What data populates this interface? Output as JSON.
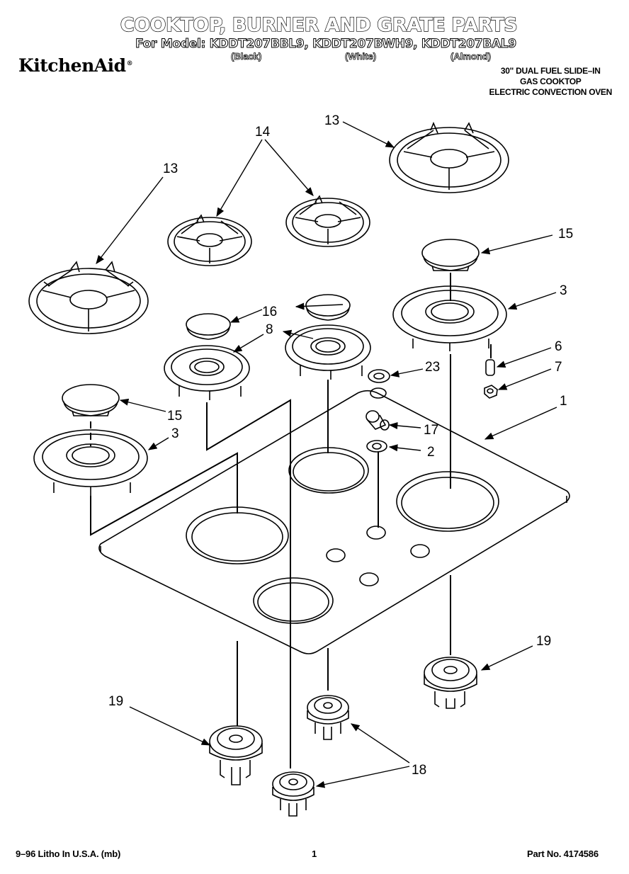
{
  "header": {
    "title": "COOKTOP, BURNER AND GRATE PARTS",
    "models_line": "For Model: KDDT207BBL9, KDDT207BWH9, KDDT207BAL9",
    "color_black": "(Black)",
    "color_white": "(White)",
    "color_almond": "(Almond)",
    "brand": "KitchenAid",
    "brand_mark": "®",
    "description": [
      "30\" DUAL FUEL SLIDE–IN",
      "GAS COOKTOP",
      "ELECTRIC CONVECTION OVEN"
    ]
  },
  "callouts": {
    "c13a": "13",
    "c13b": "13",
    "c14": "14",
    "c15a": "15",
    "c15b": "15",
    "c16": "16",
    "c3a": "3",
    "c3b": "3",
    "c8": "8",
    "c6": "6",
    "c7": "7",
    "c23": "23",
    "c1": "1",
    "c17": "17",
    "c2": "2",
    "c19a": "19",
    "c19b": "19",
    "c18": "18"
  },
  "footer": {
    "left": "9–96 Litho In U.S.A. (mb)",
    "page": "1",
    "part_no": "Part No. 4174586"
  }
}
